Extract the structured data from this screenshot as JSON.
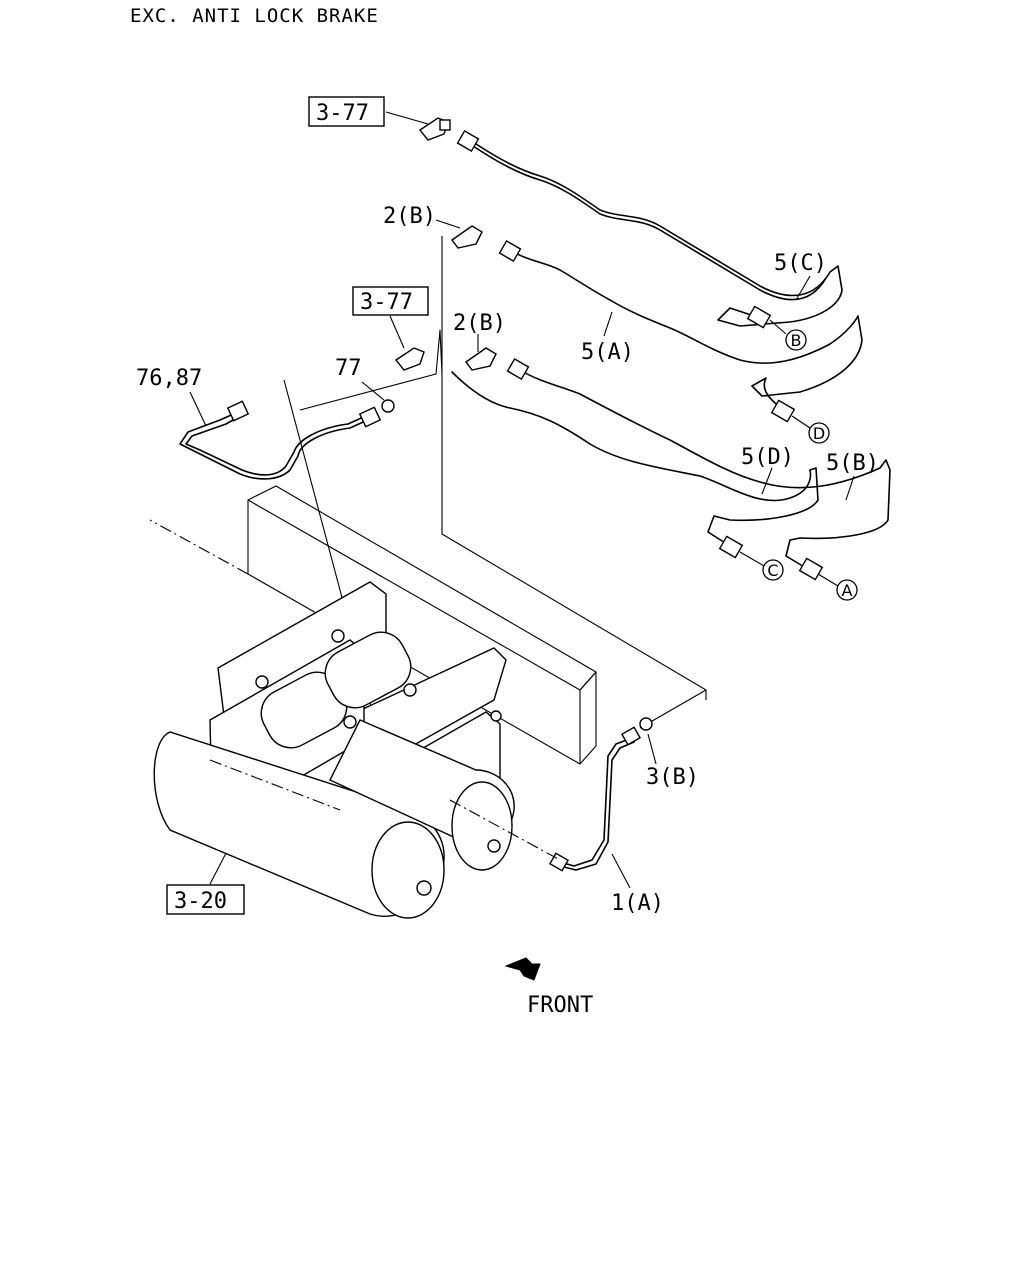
{
  "header": {
    "title": "EXC. ANTI LOCK BRAKE"
  },
  "callouts": {
    "ref_top": "3-77",
    "ref_mid": "3-77",
    "ref_bottom": "3-20",
    "l_2b_top": "2(B)",
    "l_2b_mid": "2(B)",
    "l_5c": "5(C)",
    "l_5a": "5(A)",
    "l_5d": "5(D)",
    "l_5b": "5(B)",
    "l_76_87": "76,87",
    "l_77": "77",
    "l_3b": "3(B)",
    "l_1a": "1(A)"
  },
  "connection_markers": {
    "b": "B",
    "d": "D",
    "c": "C",
    "a": "A"
  },
  "direction": {
    "label": "FRONT"
  }
}
